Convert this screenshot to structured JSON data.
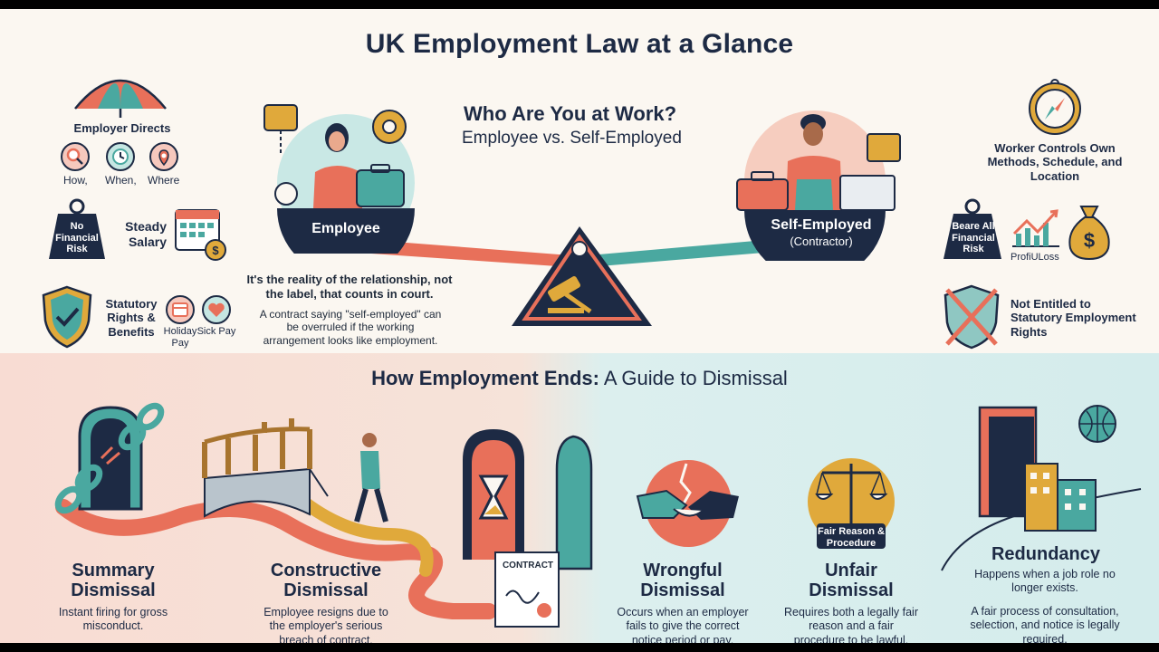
{
  "title": "UK Employment Law at a Glance",
  "employee_side": {
    "directs_label": "Employer Directs",
    "directs_items": [
      "How,",
      "When,",
      "Where"
    ],
    "risk_badge": "No Financial Risk",
    "salary_label": "Steady Salary",
    "rights_label": "Statutory Rights & Benefits",
    "rights_items": [
      "Holiday Pay",
      "Sick Pay"
    ]
  },
  "center": {
    "heading": "Who Are You at Work?",
    "subheading": "Employee vs. Self-Employed",
    "employee_label": "Employee",
    "self_employed_label": "Self-Employed",
    "contractor_label": "(Contractor)",
    "reality_text": "It's the reality of the relationship, not the label, that counts in court.",
    "contract_text": "A contract saying \"self-employed\" can be overruled if the working arrangement looks like employment."
  },
  "self_employed_side": {
    "controls_label": "Worker Controls Own Methods, Schedule, and Location",
    "risk_badge": "Beare All Financial Risk",
    "profit_label": "ProfiULoss",
    "rights_label": "Not Entitled to Statutory Employment Rights"
  },
  "dismissal": {
    "heading_bold": "How Employment Ends:",
    "heading_rest": " A Guide to Dismissal",
    "contract_doc_label": "CONTRACT",
    "fair_badge": "Fair Reason & Procedure",
    "types": [
      {
        "title": "Summary Dismissal",
        "desc": "Instant firing for gross misconduct."
      },
      {
        "title": "Constructive Dismissal",
        "desc": "Employee resigns due to the employer's serious breach of contract."
      },
      {
        "title": "Wrongful Dismissal",
        "desc": "Occurs when an employer fails to give the correct notice period or pay."
      },
      {
        "title": "Unfair Dismissal",
        "desc": "Requires both a legally fair reason and a fair procedure to be lawful."
      },
      {
        "title": "Redundancy",
        "desc": "Happens when a job role no longer exists.",
        "desc2": "A fair process of consultation, selection, and notice is legally required."
      }
    ]
  },
  "colors": {
    "navy": "#1d2a44",
    "coral": "#e8705a",
    "teal": "#4aa8a0",
    "gold": "#e0a93b",
    "cream": "#fbf7f1"
  }
}
